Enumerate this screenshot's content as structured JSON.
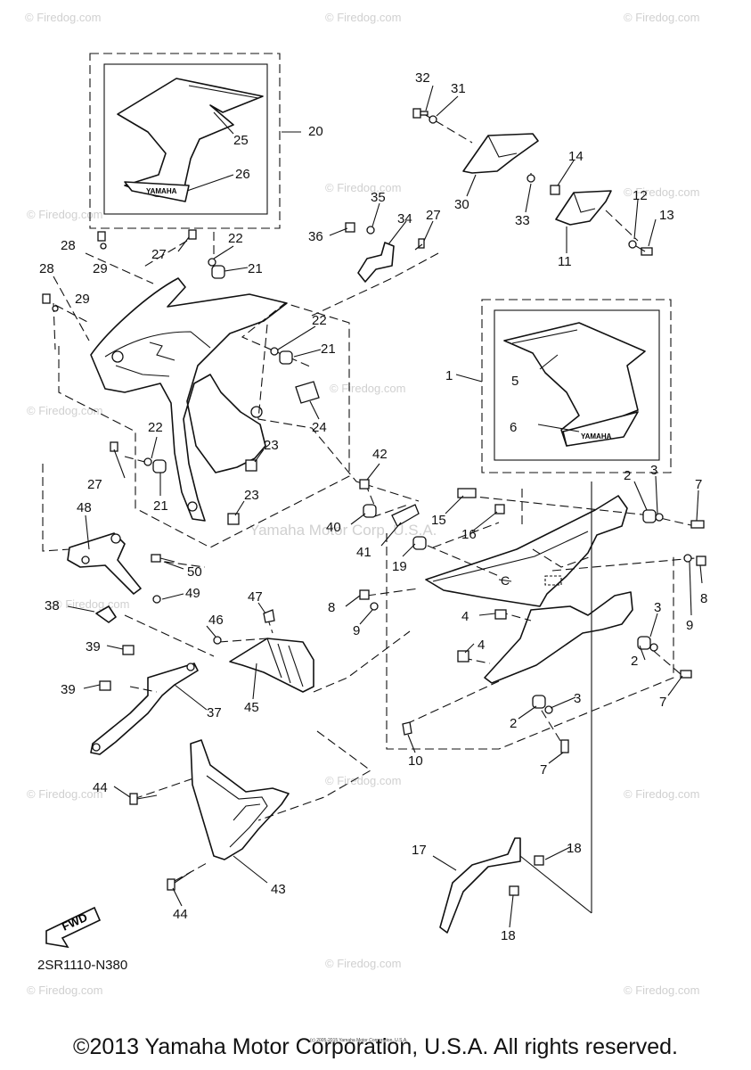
{
  "watermark": {
    "brand": "© Firedog.com",
    "center": "Yamaha Motor Corp. U.S.A."
  },
  "fwd_label": "FWD",
  "diagram_code": "2SR1110-N380",
  "footer": "©2013 Yamaha Motor Corporation, U.S.A. All rights reserved.",
  "fine_print": "(c) 2005-2015 Yamaha Motor Corporation, U.S.A.",
  "callouts": {
    "c1": "1",
    "c2a": "2",
    "c2b": "2",
    "c2c": "2",
    "c3a": "3",
    "c3b": "3",
    "c3c": "3",
    "c4a": "4",
    "c4b": "4",
    "c5": "5",
    "c6": "6",
    "c7a": "7",
    "c7b": "7",
    "c7c": "7",
    "c8a": "8",
    "c8b": "8",
    "c9a": "9",
    "c9b": "9",
    "c10": "10",
    "c11": "11",
    "c12": "12",
    "c13": "13",
    "c14": "14",
    "c15": "15",
    "c16": "16",
    "c17": "17",
    "c18a": "18",
    "c18b": "18",
    "c19": "19",
    "c20": "20",
    "c21a": "21",
    "c21b": "21",
    "c21c": "21",
    "c22a": "22",
    "c22b": "22",
    "c22c": "22",
    "c23a": "23",
    "c23b": "23",
    "c24": "24",
    "c25": "25",
    "c26": "26",
    "c27a": "27",
    "c27b": "27",
    "c27c": "27",
    "c28a": "28",
    "c28b": "28",
    "c29a": "29",
    "c29b": "29",
    "c30": "30",
    "c31": "31",
    "c32": "32",
    "c33": "33",
    "c34": "34",
    "c35": "35",
    "c36": "36",
    "c37": "37",
    "c38": "38",
    "c39a": "39",
    "c39b": "39",
    "c40": "40",
    "c41": "41",
    "c42": "42",
    "c43": "43",
    "c44a": "44",
    "c44b": "44",
    "c45": "45",
    "c46": "46",
    "c47": "47",
    "c48": "48",
    "c49": "49",
    "c50": "50"
  }
}
